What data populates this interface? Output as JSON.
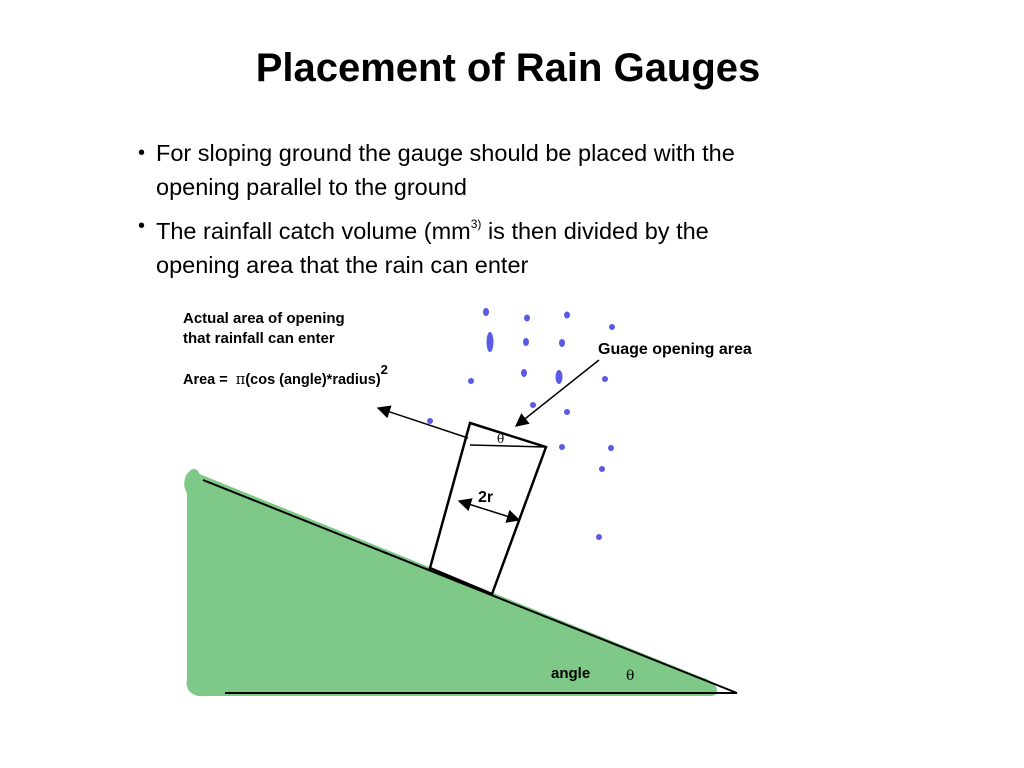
{
  "title": "Placement of Rain Gauges",
  "bullets": [
    {
      "line1": "For sloping ground the gauge should be placed with the",
      "line2": "opening parallel to the ground"
    },
    {
      "before_sup": "The rainfall catch volume (mm",
      "sup": "3)",
      "after_sup": " is then divided by the",
      "line2": "opening area that the rain can enter"
    }
  ],
  "diagram": {
    "annotation_line1": "Actual area of opening",
    "annotation_line2": "that rainfall can enter",
    "formula_prefix": "Area = ",
    "formula_pi": "π",
    "formula_body": "(cos (angle)*radius)",
    "formula_exponent": "2",
    "gauge_label": "Guage opening area",
    "width_label": "2r",
    "theta_top": "θ",
    "angle_label": "angle",
    "theta_bottom": "θ",
    "colors": {
      "ground": "#7ec987",
      "rain": "#5a5ae6",
      "ink": "#000000"
    }
  }
}
